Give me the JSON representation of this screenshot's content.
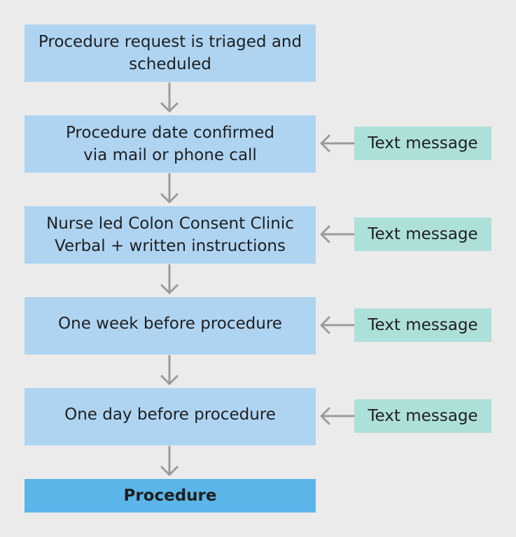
{
  "steps": [
    {
      "lines": [
        "Procedure request is triaged and",
        "scheduled"
      ]
    },
    {
      "lines": [
        "Procedure date confirmed",
        "via mail or phone call"
      ]
    },
    {
      "lines": [
        "Nurse led Colon Consent Clinic",
        "Verbal + written instructions"
      ]
    },
    {
      "lines": [
        "One week before procedure"
      ]
    },
    {
      "lines": [
        "One day before procedure"
      ]
    }
  ],
  "final_step": "Procedure",
  "reminders": [
    {
      "label": "Text message"
    },
    {
      "label": "Text message"
    },
    {
      "label": "Text message"
    },
    {
      "label": "Text message"
    }
  ],
  "colors": {
    "background": "#ebebeb",
    "step_fill": "#aed4f2",
    "reminder_fill": "#aee0da",
    "final_fill": "#5bb5e8",
    "arrow": "#9b9b9b"
  }
}
